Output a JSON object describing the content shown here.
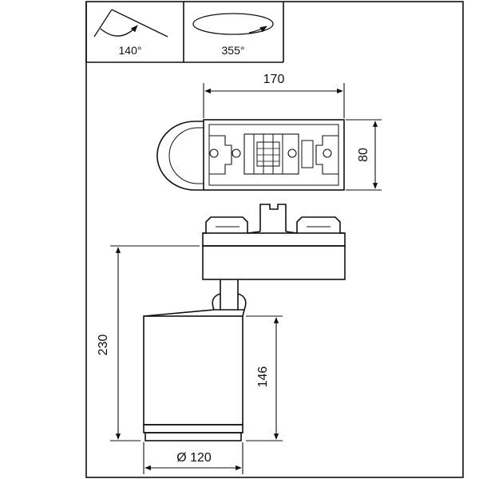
{
  "angles": {
    "tilt": "140°",
    "rotation": "355°"
  },
  "dimensions": {
    "adapter_length": "170",
    "adapter_width": "80",
    "total_height": "230",
    "body_height": "146",
    "body_diameter": "Ø 120"
  },
  "colors": {
    "line": "#111111",
    "background": "#ffffff"
  }
}
